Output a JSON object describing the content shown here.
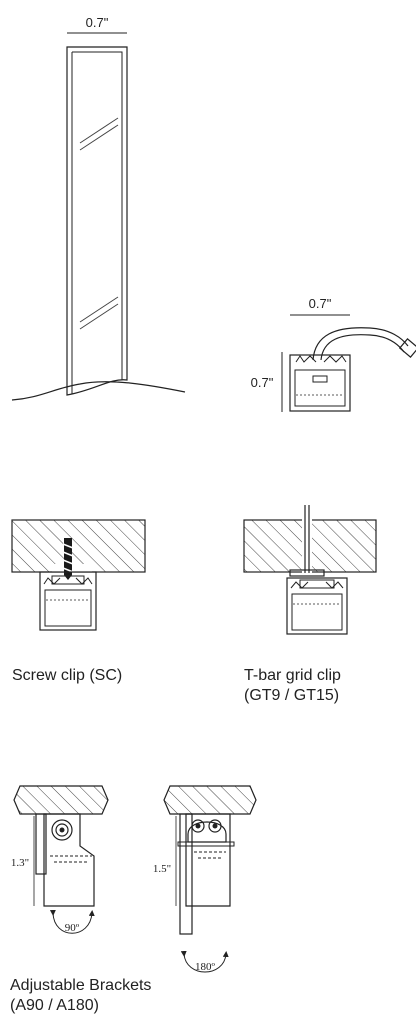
{
  "profile": {
    "width_label": "0.7\""
  },
  "section": {
    "width_label": "0.7\"",
    "height_label": "0.7\""
  },
  "screw_clip": {
    "caption": "Screw clip (SC)"
  },
  "tbar_clip": {
    "caption_line1": "T-bar grid clip",
    "caption_line2": "(GT9 / GT15)"
  },
  "brackets": {
    "a90_height_label": "1.3\"",
    "a90_angle_label": "90º",
    "a180_height_label": "1.5\"",
    "a180_angle_label": "180º",
    "caption_line1": "Adjustable Brackets",
    "caption_line2": "(A90 / A180)"
  }
}
